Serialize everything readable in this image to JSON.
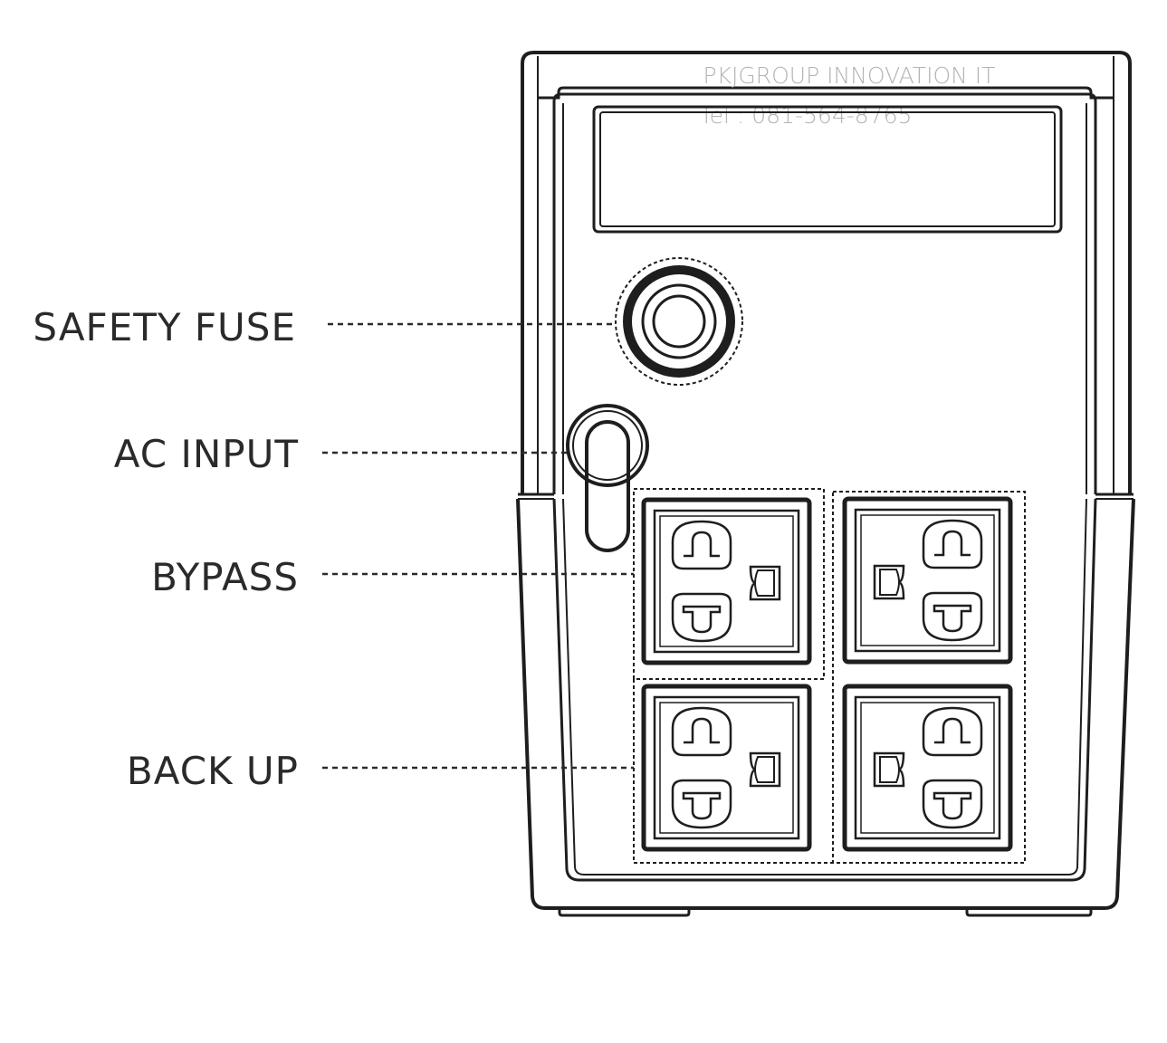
{
  "watermark": {
    "line1": "PKJGROUP INNOVATION IT",
    "line2": "Tel : 081-564-8765"
  },
  "callouts": {
    "safety_fuse": "SAFETY FUSE",
    "ac_input": "AC INPUT",
    "bypass": "BYPASS",
    "back_up": "BACK UP"
  },
  "colors": {
    "line": "#1e1e1e",
    "label": "#2a2a2a",
    "watermark": "#b4b4b4"
  }
}
